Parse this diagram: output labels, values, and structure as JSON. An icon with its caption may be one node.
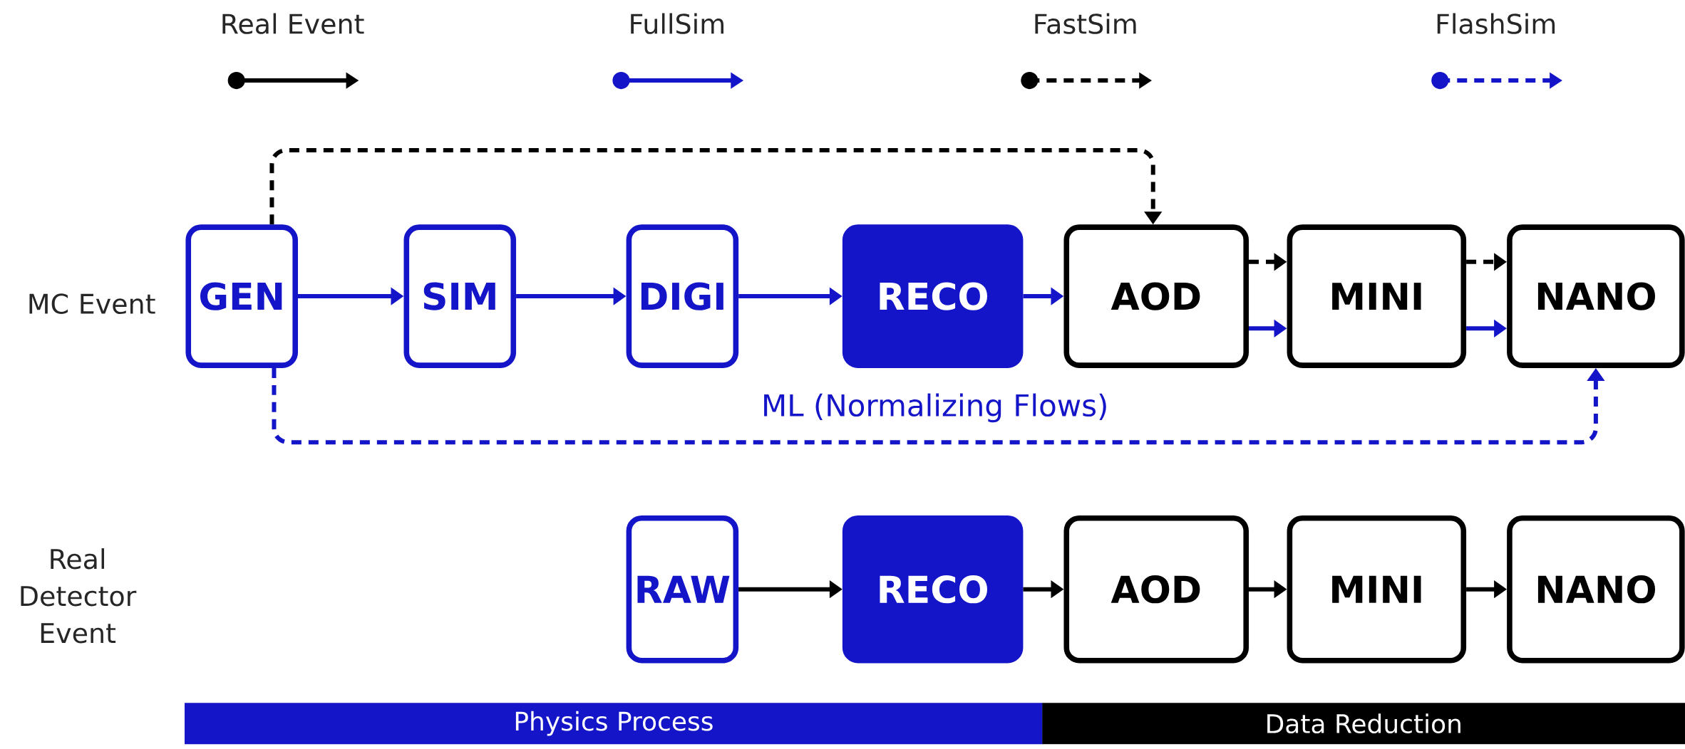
{
  "diagram": {
    "nodes": [
      {
        "text": [
          "GEN"
        ]
      },
      {
        "text": [
          "SIM"
        ]
      },
      {
        "text": [
          "DIGI"
        ]
      },
      {
        "text": [
          "RECO"
        ]
      },
      {
        "text": [
          "AOD"
        ]
      },
      {
        "text": [
          "MINI"
        ]
      },
      {
        "text": [
          "NANO"
        ]
      },
      {
        "text": [
          "RAW"
        ]
      },
      {
        "text": [
          "RECO"
        ]
      },
      {
        "text": [
          "AOD"
        ]
      },
      {
        "text": [
          "MINI"
        ]
      },
      {
        "text": [
          "NANO"
        ]
      },
      {
        "text": [
          "Physics Process"
        ]
      },
      {
        "text": [
          "Data Reduction"
        ]
      }
    ],
    "edges": [
      {
        "from": 0,
        "to": 1,
        "arrow": "to",
        "color": "#1414c8"
      },
      {
        "from": 1,
        "to": 2,
        "arrow": "to",
        "color": "#1414c8"
      },
      {
        "from": 2,
        "to": 3,
        "arrow": "to",
        "color": "#1414c8"
      },
      {
        "from": 3,
        "to": 4,
        "arrow": "to",
        "color": "#1414c8"
      },
      {
        "from": 4,
        "to": 5,
        "arrow": "to",
        "style": "dashed",
        "color": "#000000"
      },
      {
        "from": 4,
        "to": 5,
        "arrow": "to",
        "color": "#1414c8"
      },
      {
        "from": 5,
        "to": 6,
        "arrow": "to",
        "style": "dashed",
        "color": "#000000"
      },
      {
        "from": 5,
        "to": 6,
        "arrow": "to",
        "color": "#1414c8"
      },
      {
        "from": 0,
        "to": 4,
        "arrow": "to",
        "style": "dashed",
        "color": "#000000"
      },
      {
        "from": 0,
        "to": 6,
        "arrow": "to",
        "style": "dashed",
        "color": "#1414c8",
        "label": "ML (Normalizing Flows)"
      },
      {
        "from": 7,
        "to": 8,
        "arrow": "to",
        "color": "#000000"
      },
      {
        "from": 8,
        "to": 9,
        "arrow": "to",
        "color": "#000000"
      },
      {
        "from": 9,
        "to": 10,
        "arrow": "to",
        "color": "#000000"
      },
      {
        "from": 10,
        "to": 11,
        "arrow": "to",
        "color": "#000000"
      }
    ],
    "labels": [
      "MC Event",
      "Real Detector Event"
    ],
    "legend": [
      {
        "text": "Real Event"
      },
      {
        "text": "FullSim"
      },
      {
        "text": "FastSim"
      },
      {
        "text": "FlashSim"
      }
    ]
  }
}
